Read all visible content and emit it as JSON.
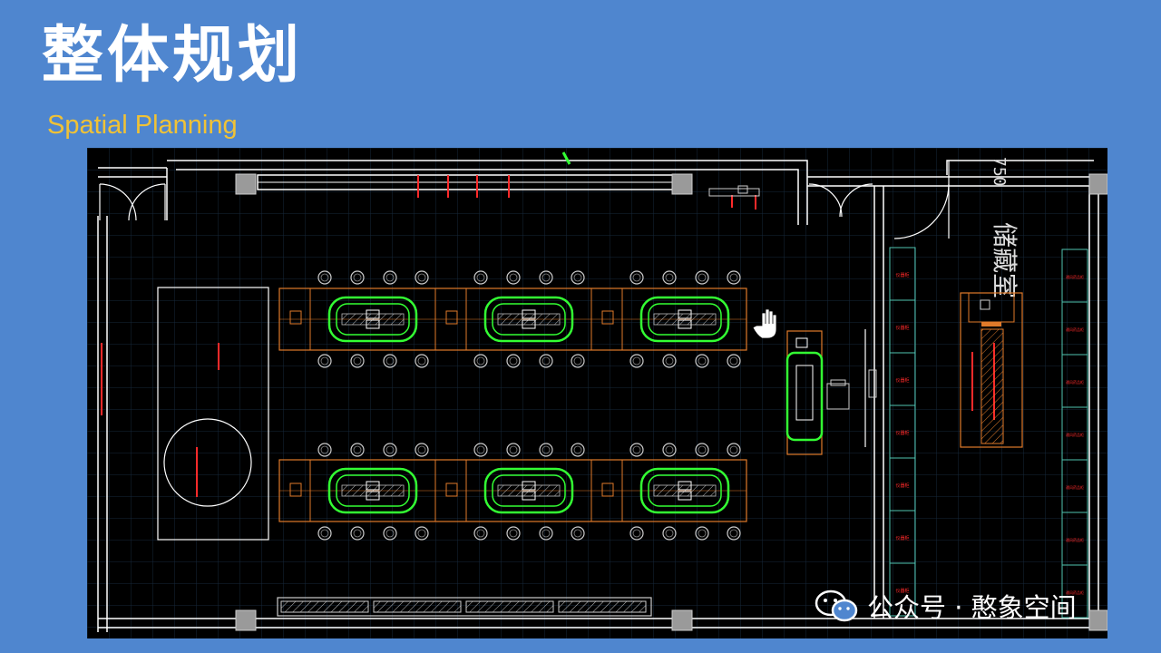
{
  "slide": {
    "title": "整体规划",
    "subtitle": "Spatial Planning"
  },
  "plan": {
    "dimension": "750",
    "storage_room_label": "储藏室",
    "cabinet_label": "仪器柜",
    "right_cabinet_label": "通风药品柜",
    "colors": {
      "background": "#000000",
      "wall": "#ffffff",
      "grid": "#1a2a3a",
      "furniture": "#e07a2a",
      "sink": "#33ff33",
      "text": "#ff2a2a",
      "cabinet": "#4fc3b0"
    }
  },
  "watermark": {
    "text": "公众号 · 憨象空间",
    "icon": "wechat-icon"
  }
}
